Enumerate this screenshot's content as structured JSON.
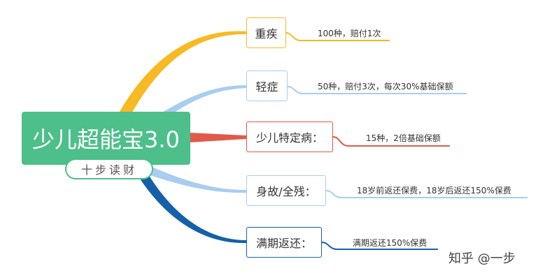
{
  "root": {
    "title": "少儿超能宝3.0",
    "subtitle": "十步读财",
    "color": "#4dbf8a"
  },
  "branches": [
    {
      "label": "重疾",
      "detail": "100种，赔付1次",
      "color": "#f7b924"
    },
    {
      "label": "轻症",
      "detail": "50种，赔付3次，每次30%基础保额",
      "color": "#a9cdef"
    },
    {
      "label": "少儿特定病：",
      "detail": "15种，2倍基础保额",
      "color": "#e05a47"
    },
    {
      "label": "身故/全残：",
      "detail": "18岁前返还保费，18岁后返还150%保费",
      "color": "#a9cdef"
    },
    {
      "label": "满期返还：",
      "detail": "满期返还150%保费",
      "color": "#1560a8"
    }
  ],
  "watermark": "知乎 @一步"
}
